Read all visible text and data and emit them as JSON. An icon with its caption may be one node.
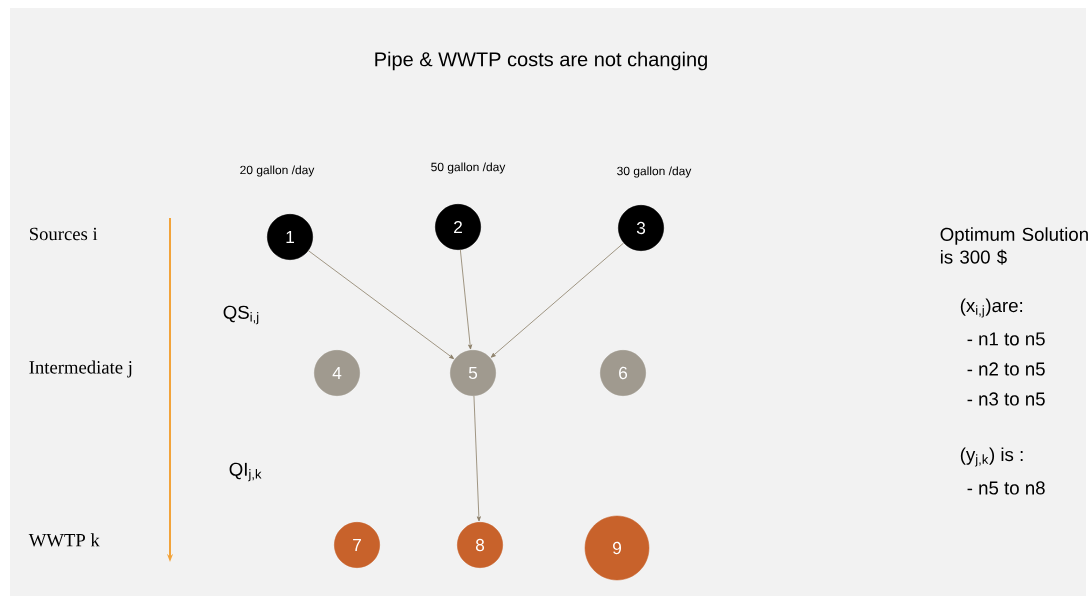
{
  "diagram": {
    "title": "Pipe & WWTP costs are not changing",
    "nodes": [
      {
        "text": [
          "1"
        ],
        "beside": [
          "20 gallon /day"
        ]
      },
      {
        "text": [
          "2"
        ],
        "beside": [
          "50 gallon /day"
        ]
      },
      {
        "text": [
          "3"
        ],
        "beside": [
          "30 gallon /day"
        ]
      },
      {
        "text": [
          "4"
        ]
      },
      {
        "text": [
          "5"
        ]
      },
      {
        "text": [
          "6"
        ]
      },
      {
        "text": [
          "7"
        ]
      },
      {
        "text": [
          "8"
        ]
      },
      {
        "text": [
          "9"
        ]
      }
    ],
    "edges": [
      {
        "from": 0,
        "to": 4,
        "arrow": "to"
      },
      {
        "from": 1,
        "to": 4,
        "arrow": "to"
      },
      {
        "from": 2,
        "to": 4,
        "arrow": "to"
      },
      {
        "from": 4,
        "to": 7,
        "arrow": "to"
      }
    ],
    "labels": [
      "Sources i",
      "Intermediate j",
      "WWTP k",
      "QS$_{i,j}$",
      "QI$_{j,k}$",
      "Optimum Solution is 300 $",
      "(x$_{i,j}$)are:",
      "- n1 to n5",
      "- n2 to n5",
      "- n3 to n5",
      "(y$_{j,k}$) is :",
      "- n5 to n8"
    ]
  }
}
